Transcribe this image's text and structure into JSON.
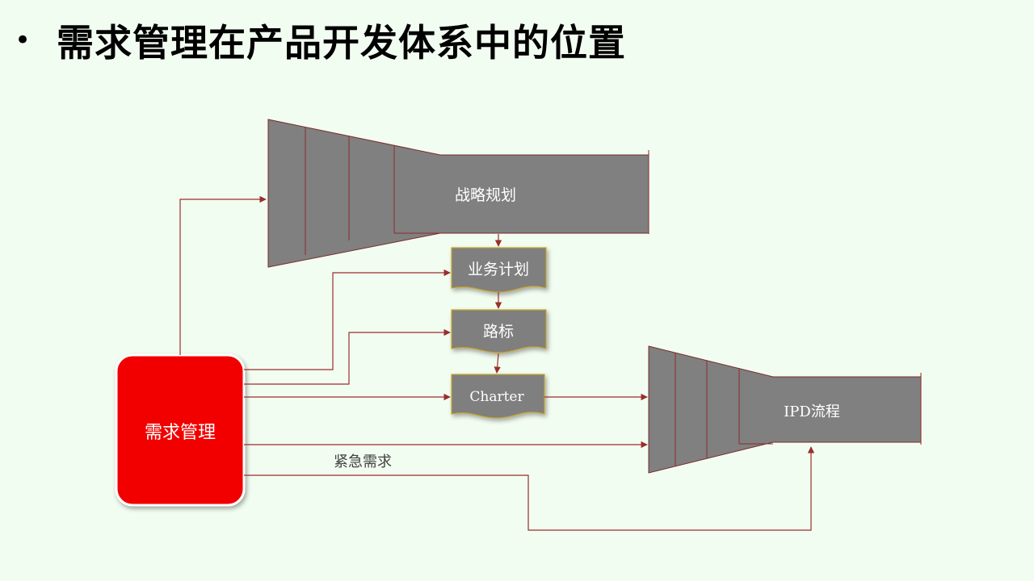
{
  "slide": {
    "bullet": "•",
    "title": "需求管理在产品开发体系中的位置"
  },
  "diagram": {
    "strategy_label": "战略规划",
    "business_plan_label": "业务计划",
    "roadmap_label": "路标",
    "charter_label": "Charter",
    "ipd_label": "IPD流程",
    "demand_mgmt_label": "需求管理",
    "urgent_label": "紧急需求"
  },
  "colors": {
    "background": "#f2fdf1",
    "funnel_fill": "#808080",
    "doc_fill": "#7f7f7f",
    "doc_border": "#c9a227",
    "arrow": "#9b2d2d",
    "demand_box": "#f20000"
  }
}
